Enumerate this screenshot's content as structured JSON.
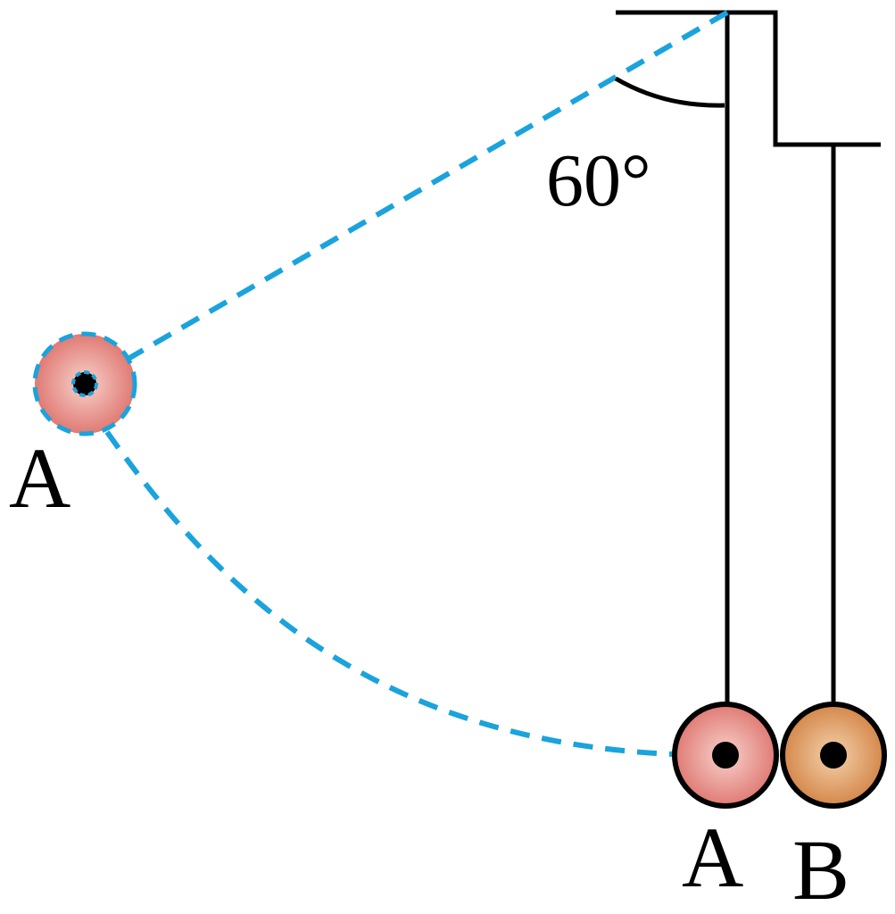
{
  "diagram": {
    "angle_label": "60°",
    "labels": {
      "ball_a_displaced": "A",
      "ball_a_rest": "A",
      "ball_b_rest": "B"
    },
    "colors": {
      "line": "#000000",
      "dashed_path": "#1aa3dc",
      "ball_a_fill_center": "#f8d2cc",
      "ball_a_fill_edge": "#e07a74",
      "ball_b_fill_center": "#f4d2ad",
      "ball_b_fill_edge": "#d4874a",
      "background": "#ffffff"
    }
  }
}
